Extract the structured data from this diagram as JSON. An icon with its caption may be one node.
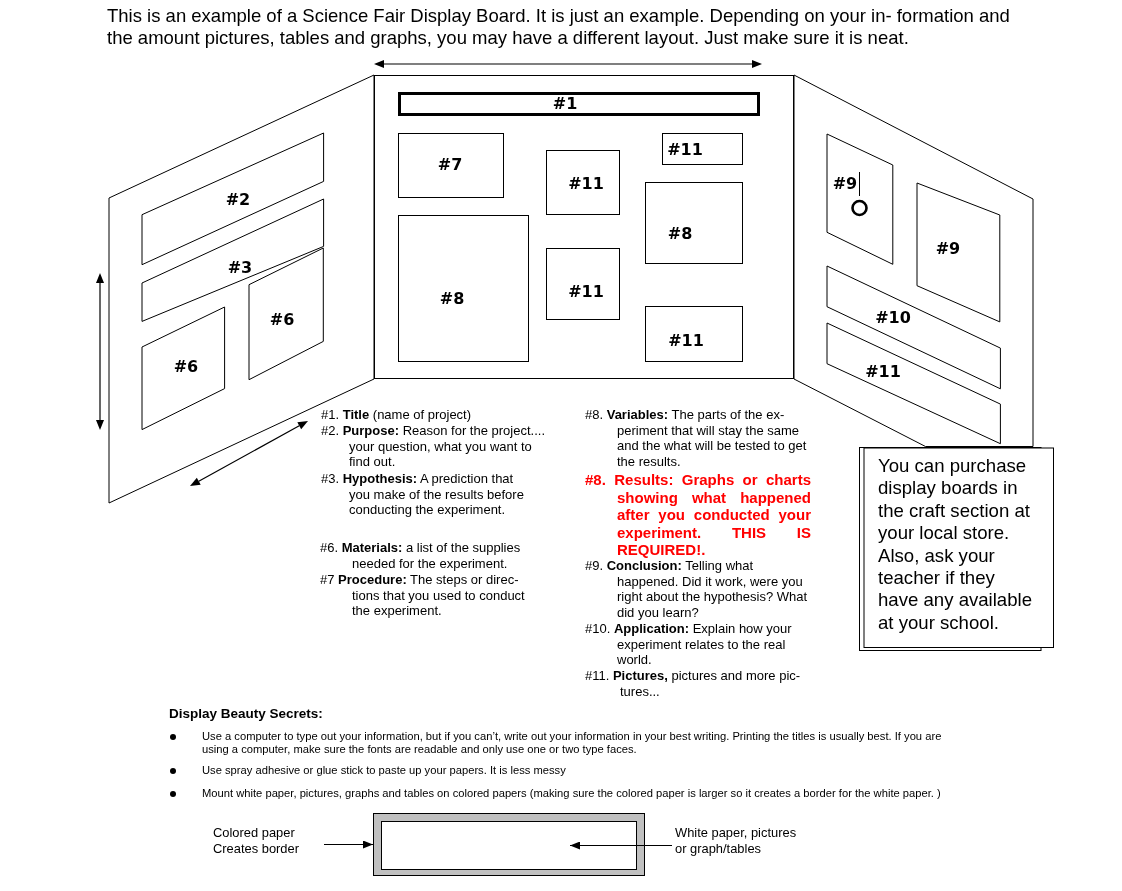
{
  "diagram": {
    "title": "This is an example of a Science Fair Display Board. It is just an example. Depending on your in- formation and the amount pictures, tables and graphs, you may have a different layout. Just make sure it is neat.",
    "nodes": [
      {
        "text": [],
        "shape": "parallelogram"
      },
      {
        "text": [
          "#2"
        ],
        "in": 0
      },
      {
        "text": [
          "#3"
        ],
        "in": 0
      },
      {
        "text": [
          "#6"
        ],
        "in": 0
      },
      {
        "text": [
          "#6"
        ],
        "in": 0
      },
      {
        "text": [],
        "shape": "box"
      },
      {
        "text": [
          "#1"
        ],
        "in": 5
      },
      {
        "text": [
          "#7"
        ],
        "in": 5
      },
      {
        "text": [
          "#11"
        ],
        "in": 5
      },
      {
        "text": [
          "#11"
        ],
        "in": 5
      },
      {
        "text": [
          "#8"
        ],
        "in": 5
      },
      {
        "text": [
          "#8"
        ],
        "in": 5
      },
      {
        "text": [
          "#11"
        ],
        "in": 5
      },
      {
        "text": [
          "#11"
        ],
        "in": 5
      },
      {
        "text": [],
        "shape": "parallelogram"
      },
      {
        "text": [
          "#9"
        ],
        "in": 14
      },
      {
        "text": [
          "#9"
        ],
        "in": 14
      },
      {
        "text": [
          "#10"
        ],
        "in": 14
      },
      {
        "text": [
          "#11"
        ],
        "in": 14
      },
      {
        "text": [
          "You can purchase display boards in the craft section at your local store. Also, ask your teacher if they have any available at your school."
        ]
      },
      {
        "text": [
          "Colored paper Creates border"
        ]
      },
      {
        "text": [],
        "shape": "box"
      },
      {
        "text": [],
        "shape": "box",
        "in": 21
      },
      {
        "text": [
          "White paper, pictures or graph/tables"
        ]
      }
    ],
    "edges": [
      {
        "from": 20,
        "to": 21,
        "arrow": "to"
      },
      {
        "from": 23,
        "to": 22,
        "arrow": "to"
      }
    ],
    "labels": [
      "#1. **Title** (name of project)",
      "#2. **Purpose:** Reason for the project.... your question, what you want to find out.",
      "#3. **Hypothesis:** A prediction that you make of the results before conducting the experiment.",
      "#6. **Materials:** a list of the supplies needed for the experiment.",
      "#7 **Procedure:** The steps or direc- tions that you used to conduct the experiment.",
      "#8. **Variables:** The parts of the ex- periment that will stay the same and the what will be tested to get the results.",
      "#8. Results: Graphs or charts showing what happened after you conducted your experiment. THIS IS REQUIRED!.",
      "#9. **Conclusion:** Telling what happened. Did it work, were you right about the hypothesis? What did you learn?",
      "#10. **Application:** Explain how your experiment relates to the real world.",
      "#11. **Pictures,** pictures and more pic- tures...",
      "Display Beauty Secrets:",
      "Use a computer to type out your information, but if you can’t, write out your information in your best writing. Printing the titles is usually best. If you are using a computer, make sure the fonts are readable and only use one or two type faces.",
      "Use spray adhesive or glue stick to paste up your papers. It is less messy",
      "Mount white paper, pictures, graphs and tables on colored papers (making sure the colored paper is larger so it creates a border for the white paper. )"
    ]
  }
}
